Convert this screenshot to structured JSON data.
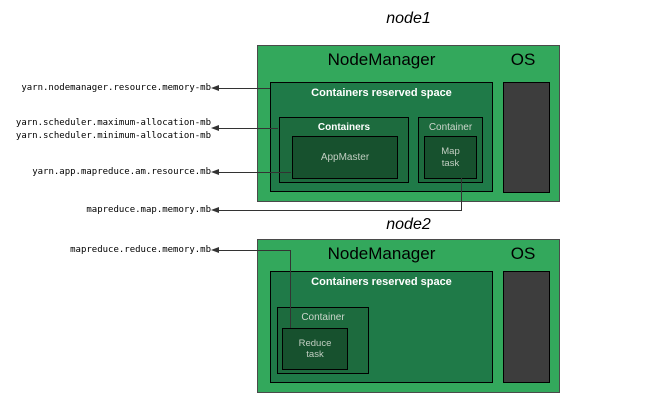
{
  "colors": {
    "node-green": "#33a85c",
    "reserved-green": "#1f7a48",
    "container-green": "#1d6b3e",
    "task-green": "#17512e",
    "os-gray": "#3d3d3d",
    "line": "#333333"
  },
  "node1": {
    "title": "node1",
    "nodemanager": "NodeManager",
    "os": "OS",
    "reserved": "Containers reserved space",
    "containers": "Containers",
    "appmaster": "AppMaster",
    "container": "Container",
    "task_line1": "Map",
    "task_line2": "task"
  },
  "node2": {
    "title": "node2",
    "nodemanager": "NodeManager",
    "os": "OS",
    "reserved": "Containers reserved space",
    "container": "Container",
    "task_line1": "Reduce",
    "task_line2": "task"
  },
  "config_labels": {
    "nodemanager_resource": "yarn.nodemanager.resource.memory-mb",
    "scheduler_max": "yarn.scheduler.maximum-allocation-mb",
    "scheduler_min": "yarn.scheduler.minimum-allocation-mb",
    "am_resource": "yarn.app.mapreduce.am.resource.mb",
    "map_memory": "mapreduce.map.memory.mb",
    "reduce_memory": "mapreduce.reduce.memory.mb"
  }
}
